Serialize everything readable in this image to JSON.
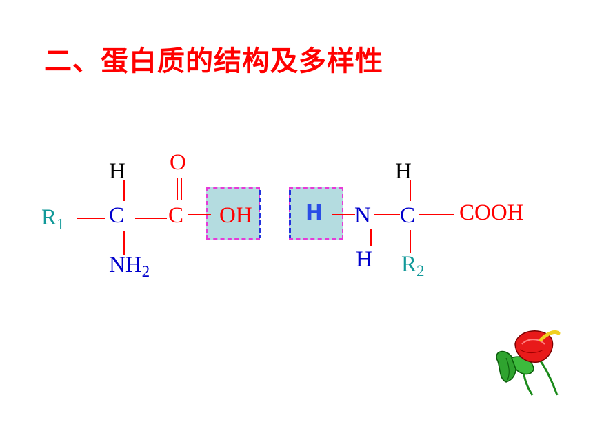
{
  "title": "二、蛋白质的结构及多样性",
  "molecule": {
    "r1": "R",
    "r1_sub": "1",
    "c1": "C",
    "h_top_left": "H",
    "n_left": "NH",
    "n_left_sub": "2",
    "c2": "C",
    "o_top": "O",
    "oh": "OH",
    "h_removed": "H",
    "n_right": "N",
    "h_bottom": "H",
    "c3": "C",
    "h_top_right": "H",
    "cooh": "COOH",
    "r2": "R",
    "r2_sub": "2"
  },
  "colors": {
    "title": "#ff0000",
    "bonds": "#ff0000",
    "atoms_blue": "#0000cc",
    "r_groups": "#119999",
    "box_fill": "#b4dce0",
    "box_border": "#e63ad8"
  },
  "decoration": "anthurium-flower-icon"
}
